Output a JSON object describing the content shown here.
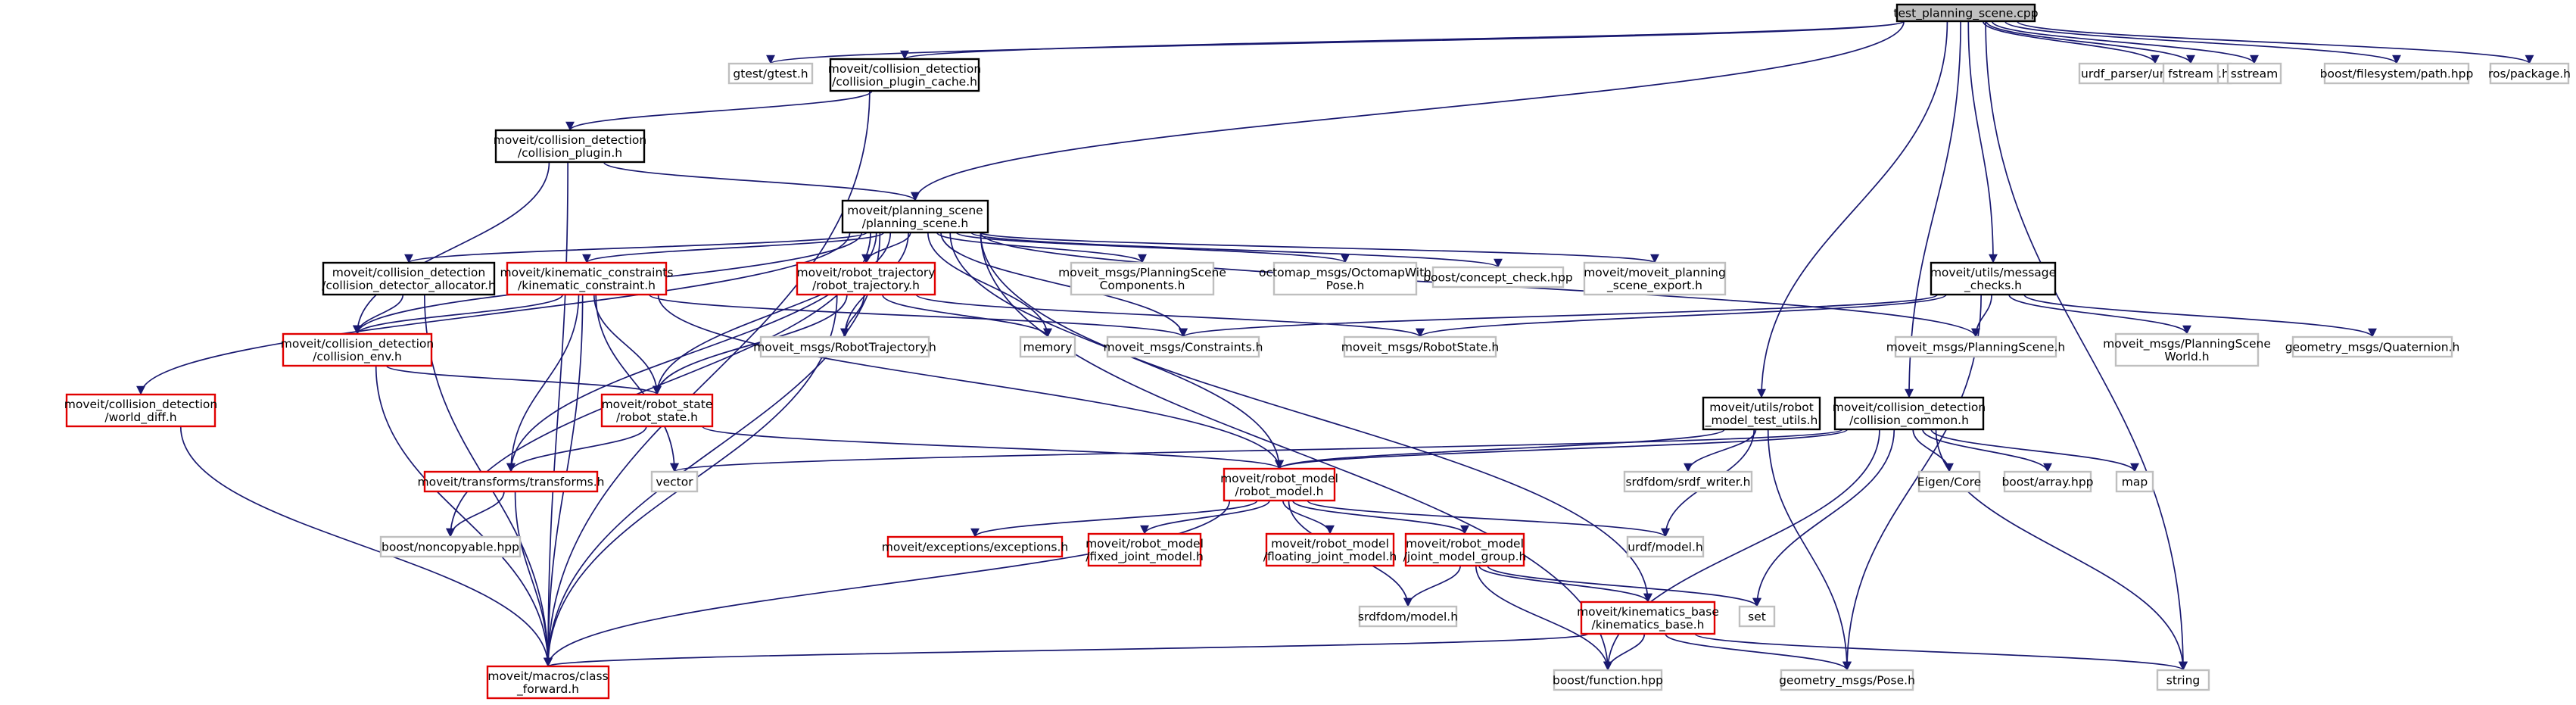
{
  "graph": {
    "edge_color": "#191970",
    "nodes": [
      {
        "id": "root",
        "lines": [
          "test_planning_scene.cpp"
        ],
        "style": "root"
      },
      {
        "id": "gtest",
        "lines": [
          "gtest/gtest.h"
        ],
        "style": "gray"
      },
      {
        "id": "cpcache",
        "lines": [
          "moveit/collision_detection",
          "/collision_plugin_cache.h"
        ],
        "style": "black"
      },
      {
        "id": "urdfparser",
        "lines": [
          "urdf_parser/urdf_parser.h"
        ],
        "style": "gray"
      },
      {
        "id": "fstream",
        "lines": [
          "fstream"
        ],
        "style": "gray"
      },
      {
        "id": "sstream",
        "lines": [
          "sstream"
        ],
        "style": "gray"
      },
      {
        "id": "fspath",
        "lines": [
          "boost/filesystem/path.hpp"
        ],
        "style": "gray"
      },
      {
        "id": "rospkg",
        "lines": [
          "ros/package.h"
        ],
        "style": "gray"
      },
      {
        "id": "cplugin",
        "lines": [
          "moveit/collision_detection",
          "/collision_plugin.h"
        ],
        "style": "black"
      },
      {
        "id": "pscene",
        "lines": [
          "moveit/planning_scene",
          "/planning_scene.h"
        ],
        "style": "black"
      },
      {
        "id": "cdalloc",
        "lines": [
          "moveit/collision_detection",
          "/collision_detector_allocator.h"
        ],
        "style": "black"
      },
      {
        "id": "kincons",
        "lines": [
          "moveit/kinematic_constraints",
          "/kinematic_constraint.h"
        ],
        "style": "red"
      },
      {
        "id": "robtraj",
        "lines": [
          "moveit/robot_trajectory",
          "/robot_trajectory.h"
        ],
        "style": "red"
      },
      {
        "id": "mpsc",
        "lines": [
          "moveit_msgs/PlanningScene",
          "Components.h"
        ],
        "style": "gray"
      },
      {
        "id": "octomap",
        "lines": [
          "octomap_msgs/OctomapWith",
          "Pose.h"
        ],
        "style": "gray"
      },
      {
        "id": "concept",
        "lines": [
          "boost/concept_check.hpp"
        ],
        "style": "gray"
      },
      {
        "id": "mpsexport",
        "lines": [
          "moveit/moveit_planning",
          "_scene_export.h"
        ],
        "style": "gray"
      },
      {
        "id": "msgchecks",
        "lines": [
          "moveit/utils/message",
          "_checks.h"
        ],
        "style": "black"
      },
      {
        "id": "cenv",
        "lines": [
          "moveit/collision_detection",
          "/collision_env.h"
        ],
        "style": "red"
      },
      {
        "id": "mrtraj",
        "lines": [
          "moveit_msgs/RobotTrajectory.h"
        ],
        "style": "gray"
      },
      {
        "id": "memory",
        "lines": [
          "memory"
        ],
        "style": "gray"
      },
      {
        "id": "mconstraints",
        "lines": [
          "moveit_msgs/Constraints.h"
        ],
        "style": "gray"
      },
      {
        "id": "mrobotstate",
        "lines": [
          "moveit_msgs/RobotState.h"
        ],
        "style": "gray"
      },
      {
        "id": "mplanningscene",
        "lines": [
          "moveit_msgs/PlanningScene.h"
        ],
        "style": "gray"
      },
      {
        "id": "mpsworld",
        "lines": [
          "moveit_msgs/PlanningScene",
          "World.h"
        ],
        "style": "gray"
      },
      {
        "id": "gquat",
        "lines": [
          "geometry_msgs/Quaternion.h"
        ],
        "style": "gray"
      },
      {
        "id": "worlddiff",
        "lines": [
          "moveit/collision_detection",
          "/world_diff.h"
        ],
        "style": "red"
      },
      {
        "id": "rstate",
        "lines": [
          "moveit/robot_state",
          "/robot_state.h"
        ],
        "style": "red"
      },
      {
        "id": "rmtest",
        "lines": [
          "moveit/utils/robot",
          "_model_test_utils.h"
        ],
        "style": "black"
      },
      {
        "id": "ccommon",
        "lines": [
          "moveit/collision_detection",
          "/collision_common.h"
        ],
        "style": "black"
      },
      {
        "id": "transforms",
        "lines": [
          "moveit/transforms/transforms.h"
        ],
        "style": "red"
      },
      {
        "id": "vector",
        "lines": [
          "vector"
        ],
        "style": "gray"
      },
      {
        "id": "rmodel",
        "lines": [
          "moveit/robot_model",
          "/robot_model.h"
        ],
        "style": "red"
      },
      {
        "id": "srdfwriter",
        "lines": [
          "srdfdom/srdf_writer.h"
        ],
        "style": "gray"
      },
      {
        "id": "eigen",
        "lines": [
          "Eigen/Core"
        ],
        "style": "gray"
      },
      {
        "id": "boostarray",
        "lines": [
          "boost/array.hpp"
        ],
        "style": "gray"
      },
      {
        "id": "map",
        "lines": [
          "map"
        ],
        "style": "gray"
      },
      {
        "id": "noncopy",
        "lines": [
          "boost/noncopyable.hpp"
        ],
        "style": "gray"
      },
      {
        "id": "exceptions",
        "lines": [
          "moveit/exceptions/exceptions.h"
        ],
        "style": "red"
      },
      {
        "id": "fixedjm",
        "lines": [
          "moveit/robot_model",
          "/fixed_joint_model.h"
        ],
        "style": "red"
      },
      {
        "id": "floatjm",
        "lines": [
          "moveit/robot_model",
          "/floating_joint_model.h"
        ],
        "style": "red"
      },
      {
        "id": "jmgroup",
        "lines": [
          "moveit/robot_model",
          "/joint_model_group.h"
        ],
        "style": "red"
      },
      {
        "id": "urdfmodel",
        "lines": [
          "urdf/model.h"
        ],
        "style": "gray"
      },
      {
        "id": "srdfmodel",
        "lines": [
          "srdfdom/model.h"
        ],
        "style": "gray"
      },
      {
        "id": "set",
        "lines": [
          "set"
        ],
        "style": "gray"
      },
      {
        "id": "kinbase",
        "lines": [
          "moveit/kinematics_base",
          "/kinematics_base.h"
        ],
        "style": "red"
      },
      {
        "id": "string",
        "lines": [
          "string"
        ],
        "style": "gray"
      },
      {
        "id": "classfwd",
        "lines": [
          "moveit/macros/class",
          "_forward.h"
        ],
        "style": "red"
      },
      {
        "id": "boostfunc",
        "lines": [
          "boost/function.hpp"
        ],
        "style": "gray"
      },
      {
        "id": "gpose",
        "lines": [
          "geometry_msgs/Pose.h"
        ],
        "style": "gray"
      }
    ],
    "edges": [
      [
        "root",
        "gtest"
      ],
      [
        "root",
        "cpcache"
      ],
      [
        "root",
        "pscene"
      ],
      [
        "root",
        "urdfparser"
      ],
      [
        "root",
        "fstream"
      ],
      [
        "root",
        "sstream"
      ],
      [
        "root",
        "fspath"
      ],
      [
        "root",
        "rospkg"
      ],
      [
        "root",
        "msgchecks"
      ],
      [
        "root",
        "rmtest"
      ],
      [
        "root",
        "ccommon"
      ],
      [
        "root",
        "string"
      ],
      [
        "cpcache",
        "cplugin"
      ],
      [
        "cpcache",
        "classfwd"
      ],
      [
        "cplugin",
        "pscene"
      ],
      [
        "cplugin",
        "cenv"
      ],
      [
        "cplugin",
        "classfwd"
      ],
      [
        "pscene",
        "cdalloc"
      ],
      [
        "pscene",
        "kincons"
      ],
      [
        "pscene",
        "robtraj"
      ],
      [
        "pscene",
        "mpsc"
      ],
      [
        "pscene",
        "octomap"
      ],
      [
        "pscene",
        "concept"
      ],
      [
        "pscene",
        "mpsexport"
      ],
      [
        "pscene",
        "cenv"
      ],
      [
        "pscene",
        "worlddiff"
      ],
      [
        "pscene",
        "rstate"
      ],
      [
        "pscene",
        "transforms"
      ],
      [
        "pscene",
        "rmodel"
      ],
      [
        "pscene",
        "memory"
      ],
      [
        "pscene",
        "mconstraints"
      ],
      [
        "pscene",
        "mrtraj"
      ],
      [
        "pscene",
        "mplanningscene"
      ],
      [
        "pscene",
        "noncopy"
      ],
      [
        "pscene",
        "classfwd"
      ],
      [
        "pscene",
        "boostfunc"
      ],
      [
        "pscene",
        "kinbase"
      ],
      [
        "cdalloc",
        "cenv"
      ],
      [
        "cdalloc",
        "classfwd"
      ],
      [
        "kincons",
        "cenv"
      ],
      [
        "kincons",
        "rstate"
      ],
      [
        "kincons",
        "rmodel"
      ],
      [
        "kincons",
        "transforms"
      ],
      [
        "kincons",
        "vector"
      ],
      [
        "kincons",
        "mconstraints"
      ],
      [
        "kincons",
        "classfwd"
      ],
      [
        "robtraj",
        "mrtraj"
      ],
      [
        "robtraj",
        "memory"
      ],
      [
        "robtraj",
        "rstate"
      ],
      [
        "robtraj",
        "mrobotstate"
      ],
      [
        "robtraj",
        "classfwd"
      ],
      [
        "msgchecks",
        "mplanningscene"
      ],
      [
        "msgchecks",
        "mpsworld"
      ],
      [
        "msgchecks",
        "gquat"
      ],
      [
        "msgchecks",
        "mconstraints"
      ],
      [
        "msgchecks",
        "mrobotstate"
      ],
      [
        "msgchecks",
        "gpose"
      ],
      [
        "cenv",
        "rstate"
      ],
      [
        "cenv",
        "classfwd"
      ],
      [
        "worlddiff",
        "classfwd"
      ],
      [
        "rstate",
        "transforms"
      ],
      [
        "rstate",
        "rmodel"
      ],
      [
        "rmtest",
        "rmodel"
      ],
      [
        "rmtest",
        "srdfwriter"
      ],
      [
        "rmtest",
        "urdfmodel"
      ],
      [
        "rmtest",
        "gpose"
      ],
      [
        "ccommon",
        "rmodel"
      ],
      [
        "ccommon",
        "eigen"
      ],
      [
        "ccommon",
        "boostarray"
      ],
      [
        "ccommon",
        "map"
      ],
      [
        "ccommon",
        "set"
      ],
      [
        "ccommon",
        "string"
      ],
      [
        "ccommon",
        "vector"
      ],
      [
        "ccommon",
        "boostfunc"
      ],
      [
        "transforms",
        "noncopy"
      ],
      [
        "transforms",
        "classfwd"
      ],
      [
        "rmodel",
        "exceptions"
      ],
      [
        "rmodel",
        "fixedjm"
      ],
      [
        "rmodel",
        "floatjm"
      ],
      [
        "rmodel",
        "jmgroup"
      ],
      [
        "rmodel",
        "urdfmodel"
      ],
      [
        "rmodel",
        "srdfmodel"
      ],
      [
        "rmodel",
        "classfwd"
      ],
      [
        "jmgroup",
        "srdfmodel"
      ],
      [
        "jmgroup",
        "set"
      ],
      [
        "jmgroup",
        "kinbase"
      ],
      [
        "jmgroup",
        "boostfunc"
      ],
      [
        "kinbase",
        "classfwd"
      ],
      [
        "kinbase",
        "boostfunc"
      ],
      [
        "kinbase",
        "gpose"
      ],
      [
        "kinbase",
        "string"
      ]
    ]
  }
}
